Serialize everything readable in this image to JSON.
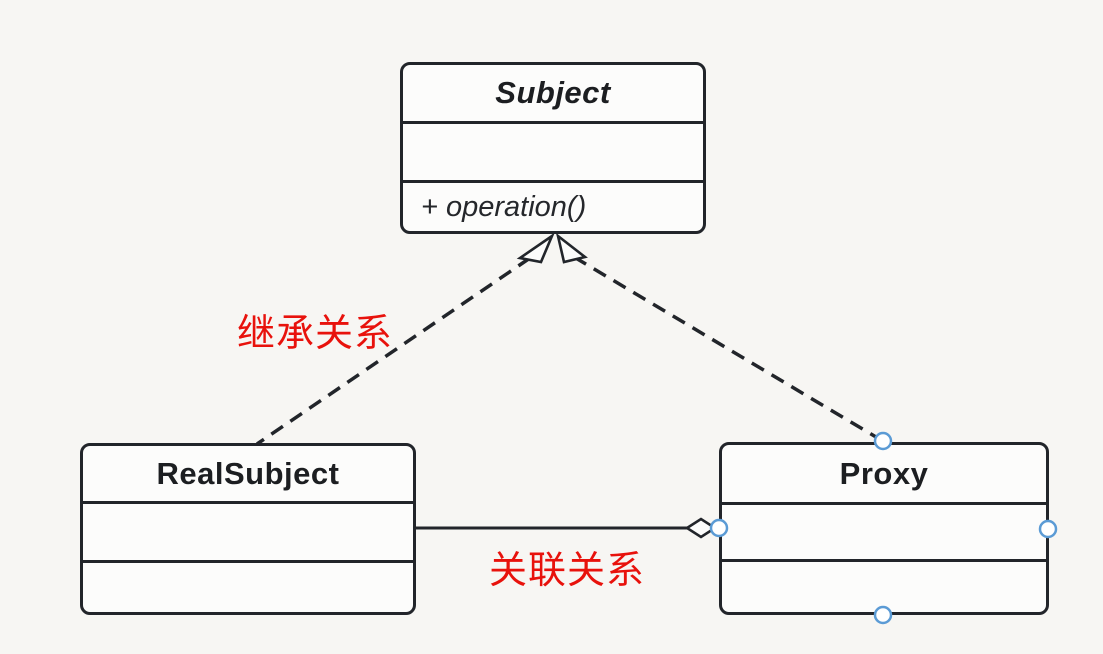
{
  "diagram": {
    "type": "uml-class-diagram",
    "classes": [
      {
        "name": "Subject",
        "italic": true,
        "attributes": [],
        "operations": [
          "+ operation()"
        ]
      },
      {
        "name": "RealSubject",
        "italic": false,
        "attributes": [],
        "operations": []
      },
      {
        "name": "Proxy",
        "italic": false,
        "attributes": [],
        "operations": []
      }
    ],
    "relationships": [
      {
        "type": "realization-dashed-hollow-triangle",
        "from": "RealSubject",
        "to": "Subject",
        "label": "继承关系"
      },
      {
        "type": "realization-dashed-hollow-triangle",
        "from": "Proxy",
        "to": "Subject",
        "label": ""
      },
      {
        "type": "aggregation-hollow-diamond",
        "from": "Proxy",
        "to": "RealSubject",
        "label": "关联关系"
      }
    ],
    "colors": {
      "relationship_label": "#e8120c",
      "connection_handle": "#5b9bd5",
      "line": "#22252a",
      "background": "#f7f6f3",
      "box_fill": "#fcfcfb"
    }
  }
}
